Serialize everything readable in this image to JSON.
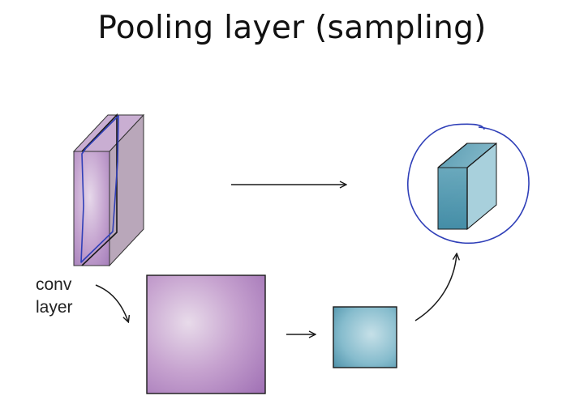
{
  "title": "Pooling layer (sampling)",
  "labels": {
    "conv_line1": "conv",
    "conv_line2": "layer"
  },
  "colors": {
    "purple": "#b28bc4",
    "purple_light": "#d9c6de",
    "purple_side": "#b9a7ba",
    "teal": "#5f9fb4",
    "teal_light": "#a9cfdc",
    "ink": "#1a1a1a",
    "pen_blue": "#2f3fb8"
  }
}
